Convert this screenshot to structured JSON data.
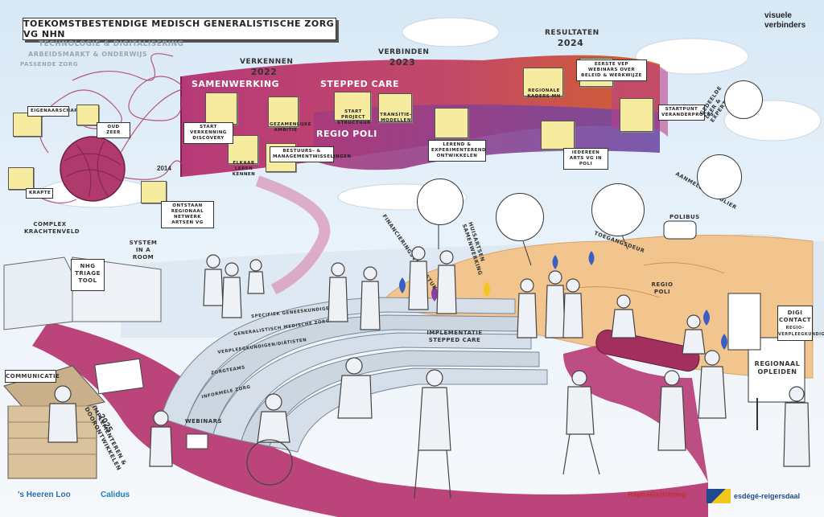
{
  "header": {
    "title": "TOEKOMSTBESTENDIGE MEDISCH GENERALISTISCHE ZORG VG NHN",
    "sublabels": [
      "TECHNOLOGIE & DIGITALISERING",
      "ARBEIDSMARKT & ONDERWIJS",
      "PASSENDE ZORG"
    ],
    "brand": "visuele verbinders"
  },
  "timeline": {
    "y2022_label": "VERKENNEN",
    "y2022": "2022",
    "y2023_label": "VERBINDEN",
    "y2023": "2023",
    "y2024_label": "RESULTATEN",
    "y2024": "2024",
    "y2014": "2014",
    "y2025": "2025"
  },
  "band": {
    "samenwerking": "SAMENWERKING",
    "stepped_care": "STEPPED CARE",
    "regio_poli": "REGIO POLI"
  },
  "yarn_notes": {
    "eigenaarschap": "EIGENAARSCHAP",
    "oud_zeer": "OUD ZEER",
    "krapte": "KRAPTE",
    "ontstaan": "ONTSTAAN REGIONAAL NETWERK ARTSEN VG"
  },
  "band_tags": {
    "start_verkenning": "START VERKENNING DISCOVERY",
    "gezamenlijke_ambitie": "GEZAMENLIJKE AMBITIE",
    "elkaar_leren_kennen": "ELKAAR LEREN KENNEN",
    "bestuurs": "BESTUURS- & MANAGEMENTWISSELINGEN",
    "start_project": "START PROJECT STRUCTUUR",
    "transitiemodellen": "TRANSITIE-MODELLEN",
    "lerend": "LEREND & EXPERIMENTEREND ONTWIKKELEN",
    "regionale_kaders": "REGIONALE KADERS MH",
    "eerste_webinars": "EERSTE VEP WEBINARS OVER BELEID & WERKWIJZE",
    "iedereen_arts": "IEDEREEN ARTS VG IN POLI",
    "startpunt": "STARTPUNT VERANDERPROCES"
  },
  "labels": {
    "complex": "COMPLEX KRACHTENVELD",
    "system_room": "SYSTEM IN A ROOM",
    "nhg": "NHG TRIAGE TOOL",
    "communicatie": "COMMUNICATIE",
    "webinars": "WEBINARS",
    "implementeren": "IMPLEMENTEREN & DOORONTWIKKELEN",
    "implementatie": "IMPLEMENTATIE STEPPED CARE",
    "financieringsvraagstuk": "FINANCIERINGSVRAAGSTUK",
    "huisartsen": "HUISARTSEN SAMENWERKING",
    "toegangsdeur": "TOEGANGSDEUR",
    "aanmeldformulier": "AANMELDFORMULIER",
    "gedeelde": "GEDEELDE LEER & EXPERTISE",
    "regio_poli": "REGIO POLI",
    "polibus": "POLIBUS",
    "digi_contact": "DIGI CONTACT",
    "regio_verpleegkundige": "REGIO-VERPLEEGKUNDIGE",
    "regionaal_opleiden": "REGIONAAL OPLEIDEN"
  },
  "steps": [
    "SPECIFIEK GENEESKUNDIGE ZORG",
    "GENERALISTISCH MEDISCHE ZORG",
    "VERPLEEGKUNDIGEN/DIÄTISTEN",
    "ZORGTEAMS",
    "INFORMELE ZORG"
  ],
  "logos": {
    "heeren_loo": "'s Heeren Loo",
    "calidus": "Calidus",
    "raphael": "Raphaëlstichting",
    "esdege": "esdégé-reigersdaal"
  },
  "colors": {
    "band_left": "#b63a78",
    "band_right": "#d2602e",
    "band_lower": "#7a4aa0",
    "path": "#b73b74",
    "note": "#f7eba0",
    "map": "#f2c58f",
    "pin_blue": "#3a5fc4",
    "pin_purple": "#8a3fa8",
    "pin_yellow": "#f2c51f"
  }
}
